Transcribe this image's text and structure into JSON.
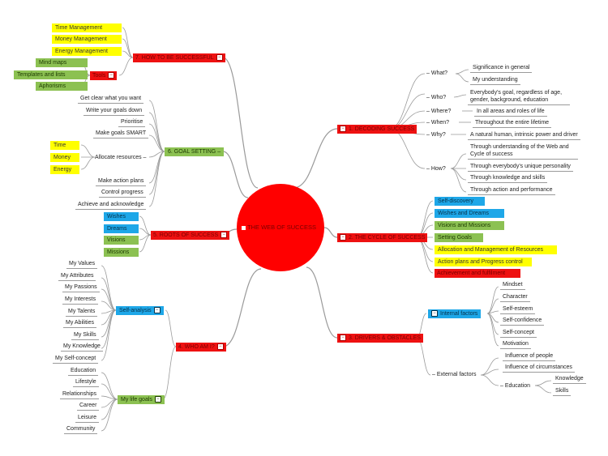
{
  "center": {
    "title": "THE WEB OF SUCCESS"
  },
  "branch1": {
    "title": "1. DECODING SUCCESS",
    "items": [
      {
        "label": "What?",
        "children": [
          "Significance in general",
          "My understanding"
        ]
      },
      {
        "label": "Who?",
        "children": [
          "Everybody's goal, regardless of age, gender, background, education"
        ]
      },
      {
        "label": "Where?",
        "children": [
          "In all areas and roles of life"
        ]
      },
      {
        "label": "When?",
        "children": [
          "Throughout the entire lifetime"
        ]
      },
      {
        "label": "Why?",
        "children": [
          "A natural human, intrinsic power and driver"
        ]
      },
      {
        "label": "How?",
        "children": [
          "Through understanding of the Web and Cycle of success",
          "Through everybody's unique personality",
          "Through knowledge and skills",
          "Through action and performance"
        ]
      }
    ]
  },
  "branch2": {
    "title": "2. THE CYCLE OF SUCCESS",
    "items": [
      "Self-discovery",
      "Wishes and Dreams",
      "Visions and Missions",
      "Setting Goals",
      "Allocation and Management of Resources",
      "Action plans and Progress control",
      "Achievement and fulfilment"
    ],
    "colors": [
      "#1ea7e8",
      "#1ea7e8",
      "#8cc152",
      "#8cc152",
      "#ffff00",
      "#ffff00",
      "#ee1111"
    ]
  },
  "branch3": {
    "title": "3. DRIVERS & OBSTACLES",
    "internal_label": "Internal factors",
    "internal": [
      "Mindset",
      "Character",
      "Self-esteem",
      "Self-confidence",
      "Self-concept",
      "Motivation"
    ],
    "external_label": "External factors",
    "external": [
      "Influence of people",
      "Influence of circumstances"
    ],
    "education_label": "Education",
    "education": [
      "Knowledge",
      "Skills"
    ]
  },
  "branch4": {
    "title": "4. WHO AM I?",
    "selfanalysis_label": "Self-analysis",
    "selfanalysis": [
      "My Values",
      "My Attributes",
      "My Passions",
      "My Interests",
      "My Talents",
      "My Abilities",
      "My Skills",
      "My Knowledge",
      "My Self-concept"
    ],
    "lifegoals_label": "My life goals",
    "lifegoals": [
      "Education",
      "Lifestyle",
      "Relationships",
      "Career",
      "Leisure",
      "Community"
    ]
  },
  "branch5": {
    "title": "5. ROOTS OF SUCCESS",
    "items": [
      "Wishes",
      "Dreams",
      "Visions",
      "Missions"
    ],
    "colors": [
      "#1ea7e8",
      "#1ea7e8",
      "#8cc152",
      "#8cc152"
    ]
  },
  "branch6": {
    "title": "6. GOAL SETTING",
    "items": [
      "Get clear what you want",
      "Write your goals down",
      "Prioritise",
      "Make goals SMART",
      "Allocate resources",
      "Make action plans",
      "Control progress",
      "Achieve and acknowledge"
    ],
    "resources": [
      "Time",
      "Money",
      "Energy"
    ]
  },
  "branch7": {
    "title": "7. HOW TO BE SUCCESSFUL",
    "items": [
      "Time Management",
      "Money Management",
      "Energy Management"
    ],
    "tools_label": "Tools",
    "tools": [
      "Mind maps",
      "Templates and lists",
      "Aphorisms"
    ]
  },
  "toggle_symbol": "−",
  "colors": {
    "red": "#ee1111",
    "green": "#8cc152",
    "yellow": "#ffff00",
    "blue": "#1ea7e8",
    "line": "#9a9a9a"
  }
}
